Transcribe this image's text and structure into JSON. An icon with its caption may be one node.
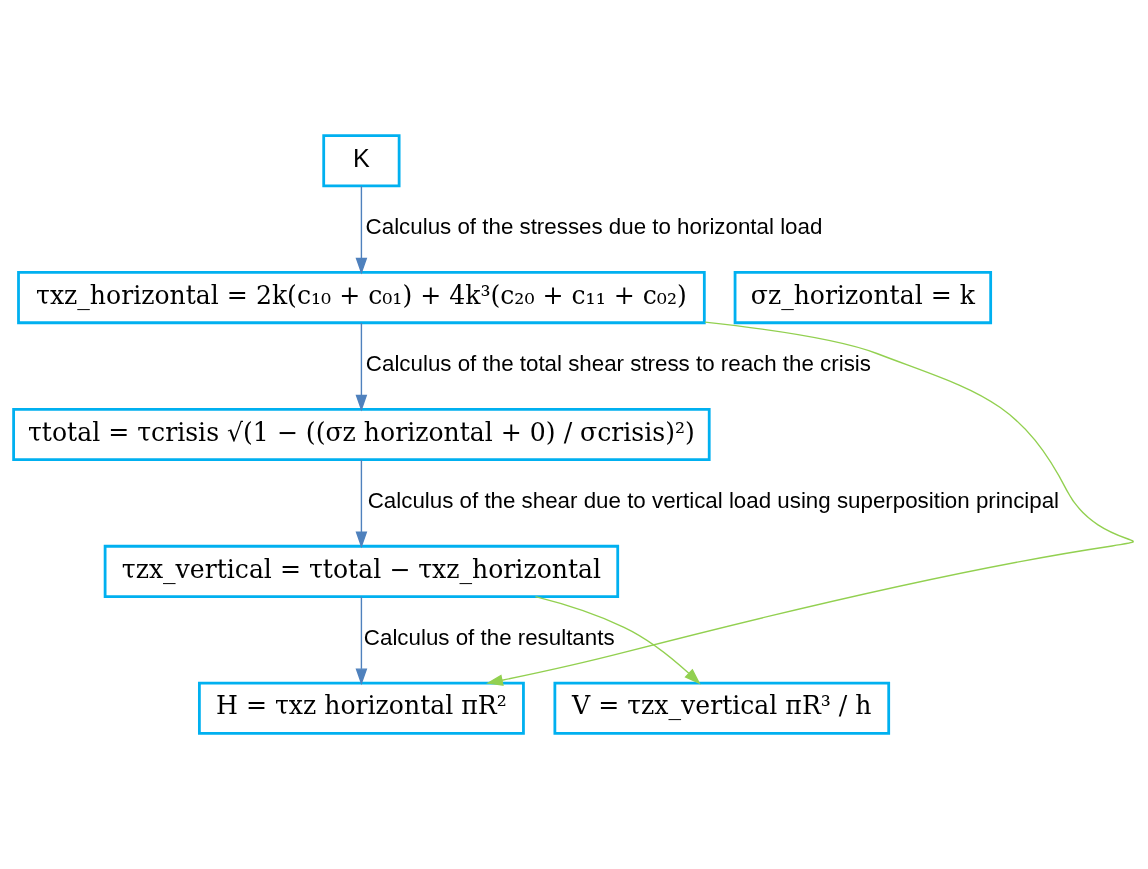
{
  "diagram": {
    "nodes": [
      {
        "text": [
          "K"
        ]
      },
      {
        "text": [
          "τxz_horizontal = 2k(c₁₀ + c₀₁) + 4k³(c₂₀ + c₁₁ + c₀₂)"
        ]
      },
      {
        "text": [
          "σz_horizontal = k"
        ]
      },
      {
        "text": [
          "τtotal = τcrisis √(1 − ((σz horizontal + 0) / σcrisis)²)"
        ]
      },
      {
        "text": [
          "τzx_vertical = τtotal − τxz_horizontal"
        ]
      },
      {
        "text": [
          "H = τxz horizontal πR²"
        ]
      },
      {
        "text": [
          "V = τzx_vertical πR³ / h"
        ]
      }
    ],
    "edges": [
      {
        "from": 0,
        "to": 1,
        "arrow": "to",
        "label": "Calculus of the stresses due to horizontal load"
      },
      {
        "from": 1,
        "to": 3,
        "arrow": "to",
        "label": "Calculus of the total shear stress to reach the crisis"
      },
      {
        "from": 3,
        "to": 4,
        "arrow": "to",
        "label": "Calculus of the shear due to vertical load using superposition principal"
      },
      {
        "from": 4,
        "to": 5,
        "arrow": "to",
        "label": "Calculus of the resultants"
      },
      {
        "from": 1,
        "to": 5,
        "arrow": "to",
        "color": "#92d050"
      },
      {
        "from": 4,
        "to": 6,
        "arrow": "to",
        "color": "#92d050"
      }
    ]
  }
}
